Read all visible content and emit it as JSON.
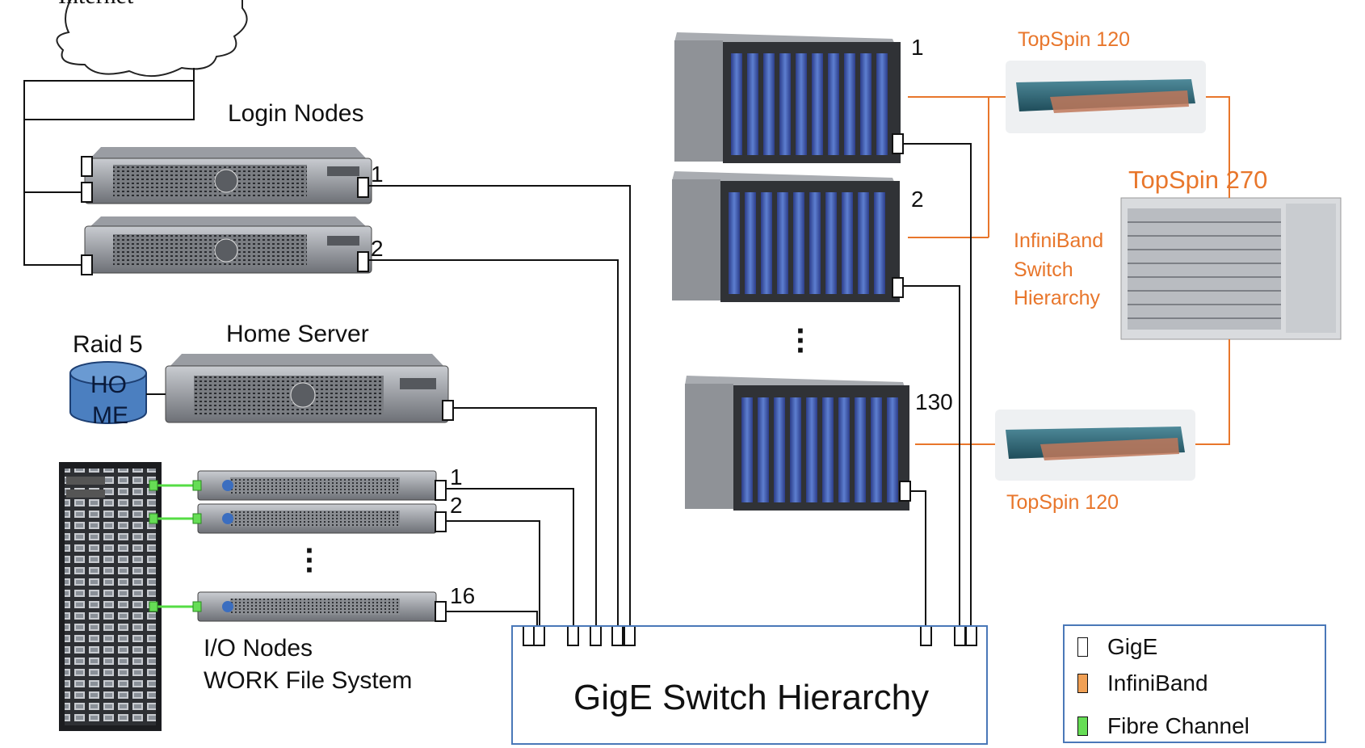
{
  "cloud_label": "Internet",
  "login": {
    "title": "Login Nodes",
    "nodes": [
      "1",
      "2"
    ]
  },
  "home": {
    "title": "Home Server",
    "raid_label": "Raid 5",
    "disk_label_line1": "HO",
    "disk_label_line2": "ME"
  },
  "io": {
    "nodes": [
      "1",
      "2",
      "16"
    ],
    "caption_line1": "I/O Nodes",
    "caption_line2": "WORK File System"
  },
  "compute": {
    "nodes": [
      "1",
      "2",
      "130"
    ]
  },
  "topspin": {
    "top": "TopSpin 120",
    "bottom": "TopSpin 120",
    "core": "TopSpin 270",
    "hierarchy_line1": "InfiniBand",
    "hierarchy_line2": "Switch",
    "hierarchy_line3": "Hierarchy"
  },
  "switch": {
    "label": "GigE Switch Hierarchy"
  },
  "legend": {
    "items": [
      {
        "label": "GigE",
        "color": "#ffffff"
      },
      {
        "label": "InfiniBand",
        "color": "#f0a055"
      },
      {
        "label": "Fibre Channel",
        "color": "#66dd55"
      }
    ]
  },
  "colors": {
    "gige_line": "#111111",
    "infiniband_line": "#e8762b",
    "fibre_line": "#55dd44",
    "switch_border": "#4a78b8"
  }
}
